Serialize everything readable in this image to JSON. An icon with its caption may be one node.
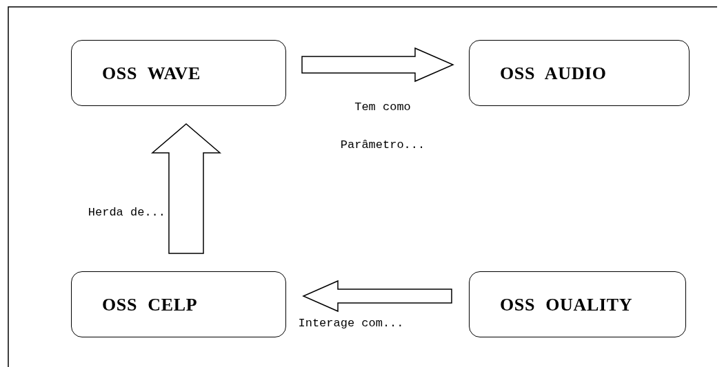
{
  "diagram": {
    "nodes": [
      {
        "text": [
          "OSS WAVE"
        ]
      },
      {
        "text": [
          "OSS AUDIO"
        ]
      },
      {
        "text": [
          "OSS CELP"
        ]
      },
      {
        "text": [
          "OSS OUALITY"
        ]
      }
    ],
    "edges": [
      {
        "from": 0,
        "to": 1,
        "arrow": "to",
        "label": "Tem como Parâmetro..."
      },
      {
        "from": 2,
        "to": 0,
        "arrow": "to",
        "label": "Herda de..."
      },
      {
        "from": 3,
        "to": 2,
        "arrow": "to",
        "label": "Interage com..."
      }
    ]
  }
}
